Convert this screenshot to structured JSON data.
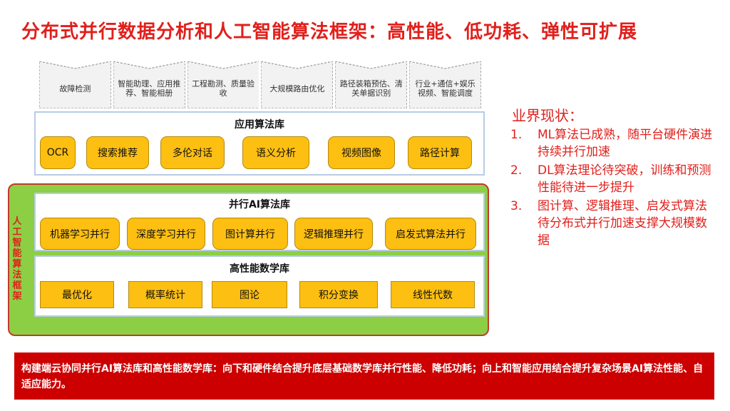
{
  "title": "分布式并行数据分析和人工智能算法框架：高性能、低功耗、弹性可扩展",
  "scenarios": [
    "故障检测",
    "智能助理、应用推荐、智能相册",
    "工程勘测、质量验收",
    "大规模路由优化",
    "路径装箱预估、清关单据识别",
    "行业+通信+娱乐视频、智能调度"
  ],
  "app_library": {
    "title": "应用算法库",
    "items": [
      "OCR",
      "搜索推荐",
      "多伦对话",
      "语义分析",
      "视频图像",
      "路径计算"
    ]
  },
  "framework_label": "人工智能算法框架",
  "parallel_library": {
    "title": "并行AI算法库",
    "items": [
      "机器学习并行",
      "深度学习并行",
      "图计算并行",
      "逻辑推理并行",
      "启发式算法并行"
    ]
  },
  "math_library": {
    "title": "高性能数学库",
    "items": [
      "最优化",
      "概率统计",
      "图论",
      "积分变换",
      "线性代数"
    ]
  },
  "status": {
    "title": "业界现状：",
    "items": [
      {
        "num": "1.",
        "text": "ML算法已成熟，随平台硬件演进持续并行加速"
      },
      {
        "num": "2.",
        "text": "DL算法理论待突破，训练和预测性能待进一步提升"
      },
      {
        "num": "3.",
        "text": "图计算、逻辑推理、启发式算法待分布式并行加速支撑大规模数据"
      }
    ]
  },
  "summary": "构建端云协同并行AI算法库和高性能数学库：向下和硬件结合提升底层基础数学库并行性能、降低功耗；向上和智能应用结合提升复杂场景AI算法性能、自适应能力。",
  "colors": {
    "title_red": "#e0201c",
    "chip_yellow": "#fdbf11",
    "green": "#8ccf44",
    "banner_red": "#cc0000",
    "panel_border": "#b8cce4"
  }
}
